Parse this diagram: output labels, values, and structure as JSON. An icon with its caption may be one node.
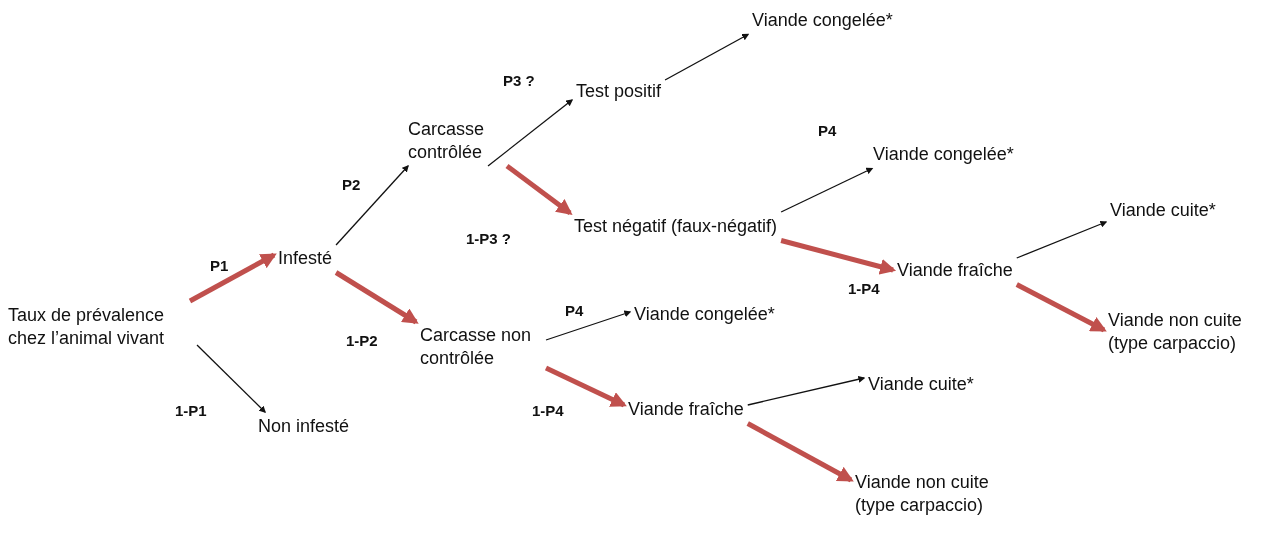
{
  "diagram": {
    "nodes": [
      {
        "text": [
          "Taux de prévalence chez l’animal vivant"
        ]
      },
      {
        "text": [
          "Infesté"
        ]
      },
      {
        "text": [
          "Non infesté"
        ]
      },
      {
        "text": [
          "Carcasse contrôlée"
        ]
      },
      {
        "text": [
          "Carcasse non contrôlée"
        ]
      },
      {
        "text": [
          "Test positif"
        ]
      },
      {
        "text": [
          "Test négatif (faux-négatif)"
        ]
      },
      {
        "text": [
          "Viande congelée*"
        ]
      },
      {
        "text": [
          "Viande congelée*"
        ]
      },
      {
        "text": [
          "Viande fraîche"
        ]
      },
      {
        "text": [
          "Viande cuite*"
        ]
      },
      {
        "text": [
          "Viande non cuite (type carpaccio)"
        ]
      },
      {
        "text": [
          "Viande congelée*"
        ]
      },
      {
        "text": [
          "Viande fraîche"
        ]
      },
      {
        "text": [
          "Viande cuite*"
        ]
      },
      {
        "text": [
          "Viande non cuite (type carpaccio)"
        ]
      }
    ],
    "edges": [
      {
        "from": 0,
        "to": 1,
        "arrow": "to",
        "label": "P1",
        "style": "thick",
        "color": "#c0504d"
      },
      {
        "from": 0,
        "to": 2,
        "arrow": "to",
        "label": "1-P1"
      },
      {
        "from": 1,
        "to": 3,
        "arrow": "to",
        "label": "P2"
      },
      {
        "from": 1,
        "to": 4,
        "arrow": "to",
        "label": "1-P2",
        "style": "thick",
        "color": "#c0504d"
      },
      {
        "from": 3,
        "to": 5,
        "arrow": "to",
        "label": "P3 ?"
      },
      {
        "from": 3,
        "to": 6,
        "arrow": "to",
        "label": "1-P3 ?",
        "style": "thick",
        "color": "#c0504d"
      },
      {
        "from": 5,
        "to": 7,
        "arrow": "to"
      },
      {
        "from": 6,
        "to": 8,
        "arrow": "to",
        "label": "P4"
      },
      {
        "from": 6,
        "to": 9,
        "arrow": "to",
        "label": "1-P4",
        "style": "thick",
        "color": "#c0504d"
      },
      {
        "from": 9,
        "to": 10,
        "arrow": "to"
      },
      {
        "from": 9,
        "to": 11,
        "arrow": "to",
        "style": "thick",
        "color": "#c0504d"
      },
      {
        "from": 4,
        "to": 12,
        "arrow": "to",
        "label": "P4"
      },
      {
        "from": 4,
        "to": 13,
        "arrow": "to",
        "label": "1-P4",
        "style": "thick",
        "color": "#c0504d"
      },
      {
        "from": 13,
        "to": 14,
        "arrow": "to"
      },
      {
        "from": 13,
        "to": 15,
        "arrow": "to",
        "style": "thick",
        "color": "#c0504d"
      }
    ]
  }
}
